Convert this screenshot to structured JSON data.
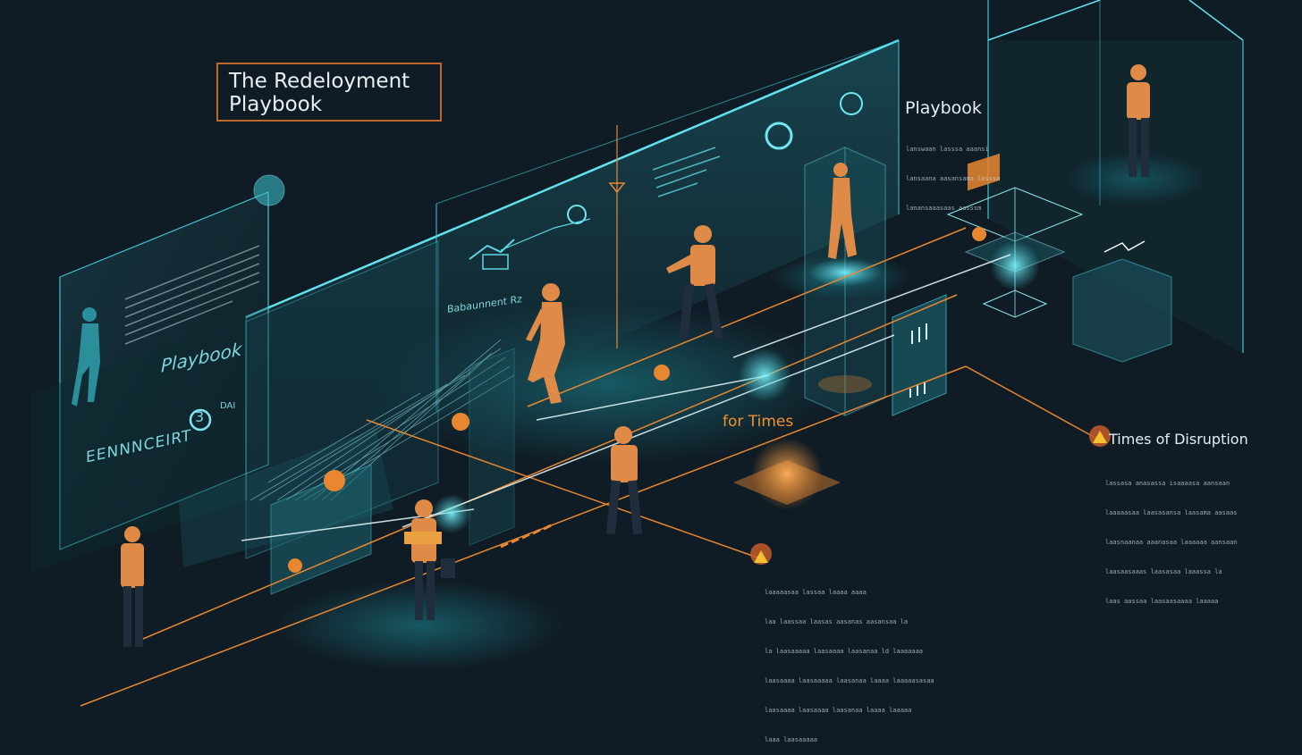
{
  "title": {
    "line1": "The Redeloyment",
    "line2": "Playbook"
  },
  "labels": {
    "top_right": "Playbook",
    "left_panel": "Playbook",
    "for_times": "for Times",
    "times_disruption": "Times of Disruption",
    "panel_caption": "Babaunnent Rz",
    "left_code": "EENNNCEIRT",
    "counter": "3",
    "counter_tag": "DAI"
  },
  "fine_text": {
    "top_right": [
      "lanswaan lasssa aaansi",
      "lansaana aasansama lasssa",
      "lanansaaasaas aasssm"
    ],
    "right_block": [
      "lassasa anasassa isaaaasa aansaan",
      "laaaaasaa laasasansa laasama aasaas",
      "laasnaanaa aaanasaa laaaaaa aansaan",
      "laasaasaaas laasasaa laaassa la",
      "laas aassaa laasaasaaaa laaaaa"
    ],
    "bottom_block": [
      "laaaaasaa lassaa laaaa aaaa",
      "laa laassaa laasas aasanas aasansaa la",
      "la laasaaaaa laasaaaa laasanaa ld laaaaaaa",
      "laasaaaa laasaaaaa laasanaa laaaa laaaaasasaa",
      "laasaaaa laasaaaa laasanaa laaaa laaaaa",
      "laaa laasaaaaa"
    ]
  },
  "colors": {
    "background": "#101c25",
    "teal": "#3fc6d2",
    "teal_dim": "#1f5e66",
    "orange": "#e8872f",
    "figure": "#e08a48",
    "text_light": "#e6edf2"
  }
}
